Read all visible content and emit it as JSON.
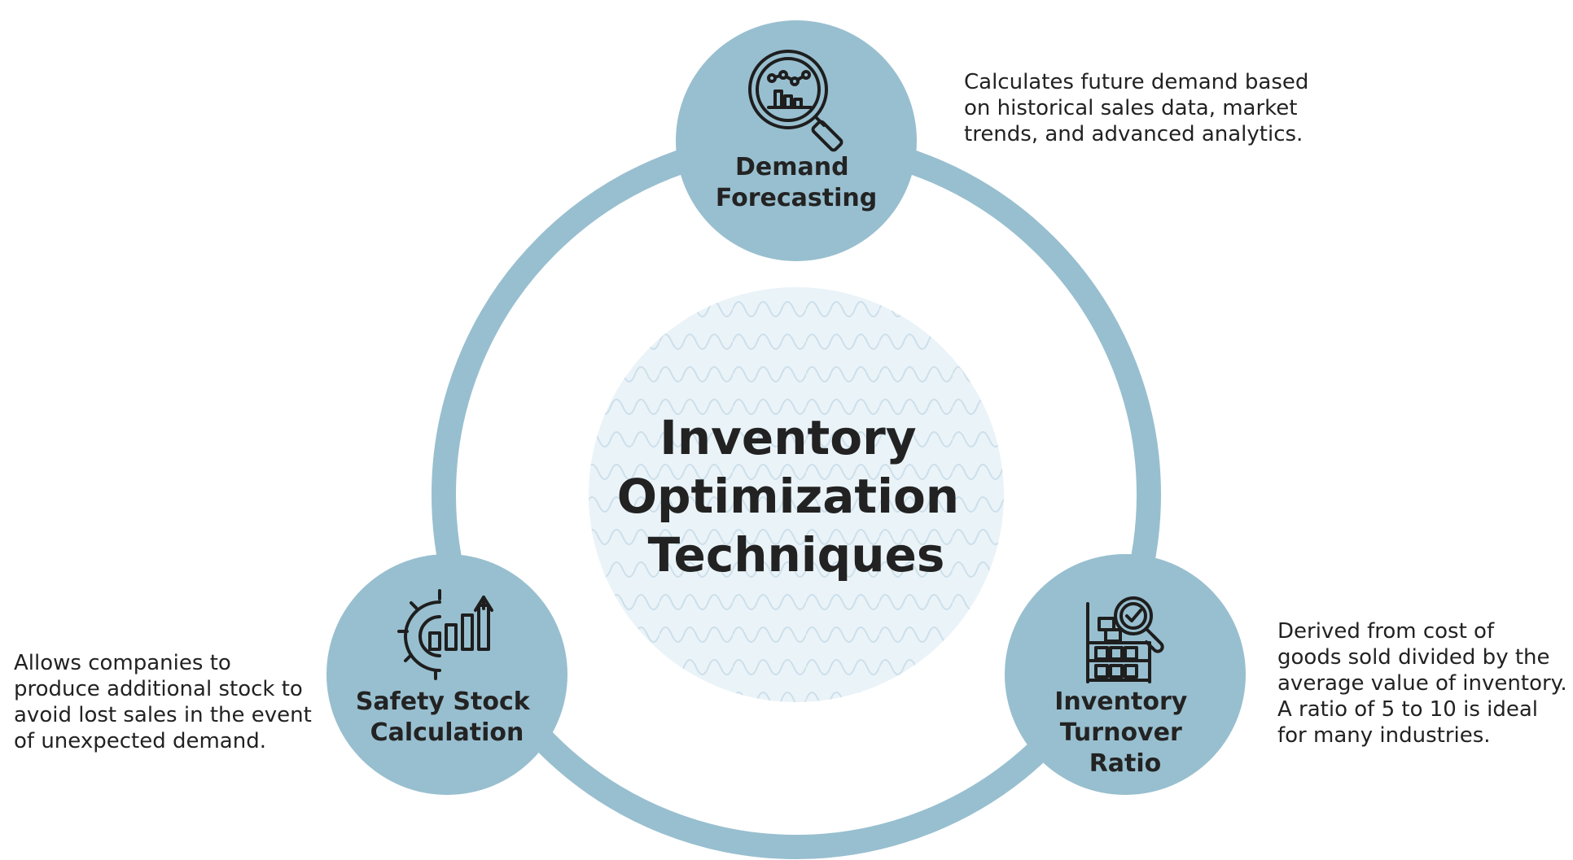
{
  "center": {
    "title_lines": [
      "Inventory",
      "Optimization",
      "Techniques"
    ]
  },
  "nodes": [
    {
      "id": "demand-forecasting",
      "icon": "magnifier-chart-icon",
      "label_lines": [
        "Demand",
        "Forecasting"
      ],
      "description_lines": [
        "Calculates future demand based",
        "on historical sales data, market",
        "trends, and advanced analytics."
      ]
    },
    {
      "id": "safety-stock-calculation",
      "icon": "gear-growth-chart-icon",
      "label_lines": [
        "Safety Stock",
        "Calculation"
      ],
      "description_lines": [
        "Allows companies to",
        "produce additional stock to",
        "avoid lost sales in the event",
        "of unexpected demand."
      ]
    },
    {
      "id": "inventory-turnover-ratio",
      "icon": "warehouse-shelf-inspection-icon",
      "label_lines": [
        "Inventory",
        "Turnover",
        "Ratio"
      ],
      "description_lines": [
        "Derived from cost of",
        "goods sold divided by the",
        "average value of inventory.",
        "A ratio of 5 to 10 is ideal",
        "for many industries."
      ]
    }
  ],
  "colors": {
    "ring": "#98bfcf",
    "node_fill": "#98bfcf",
    "center_fill": "#eaf3f8",
    "center_pattern": "#c9dde8",
    "text": "#222222"
  }
}
